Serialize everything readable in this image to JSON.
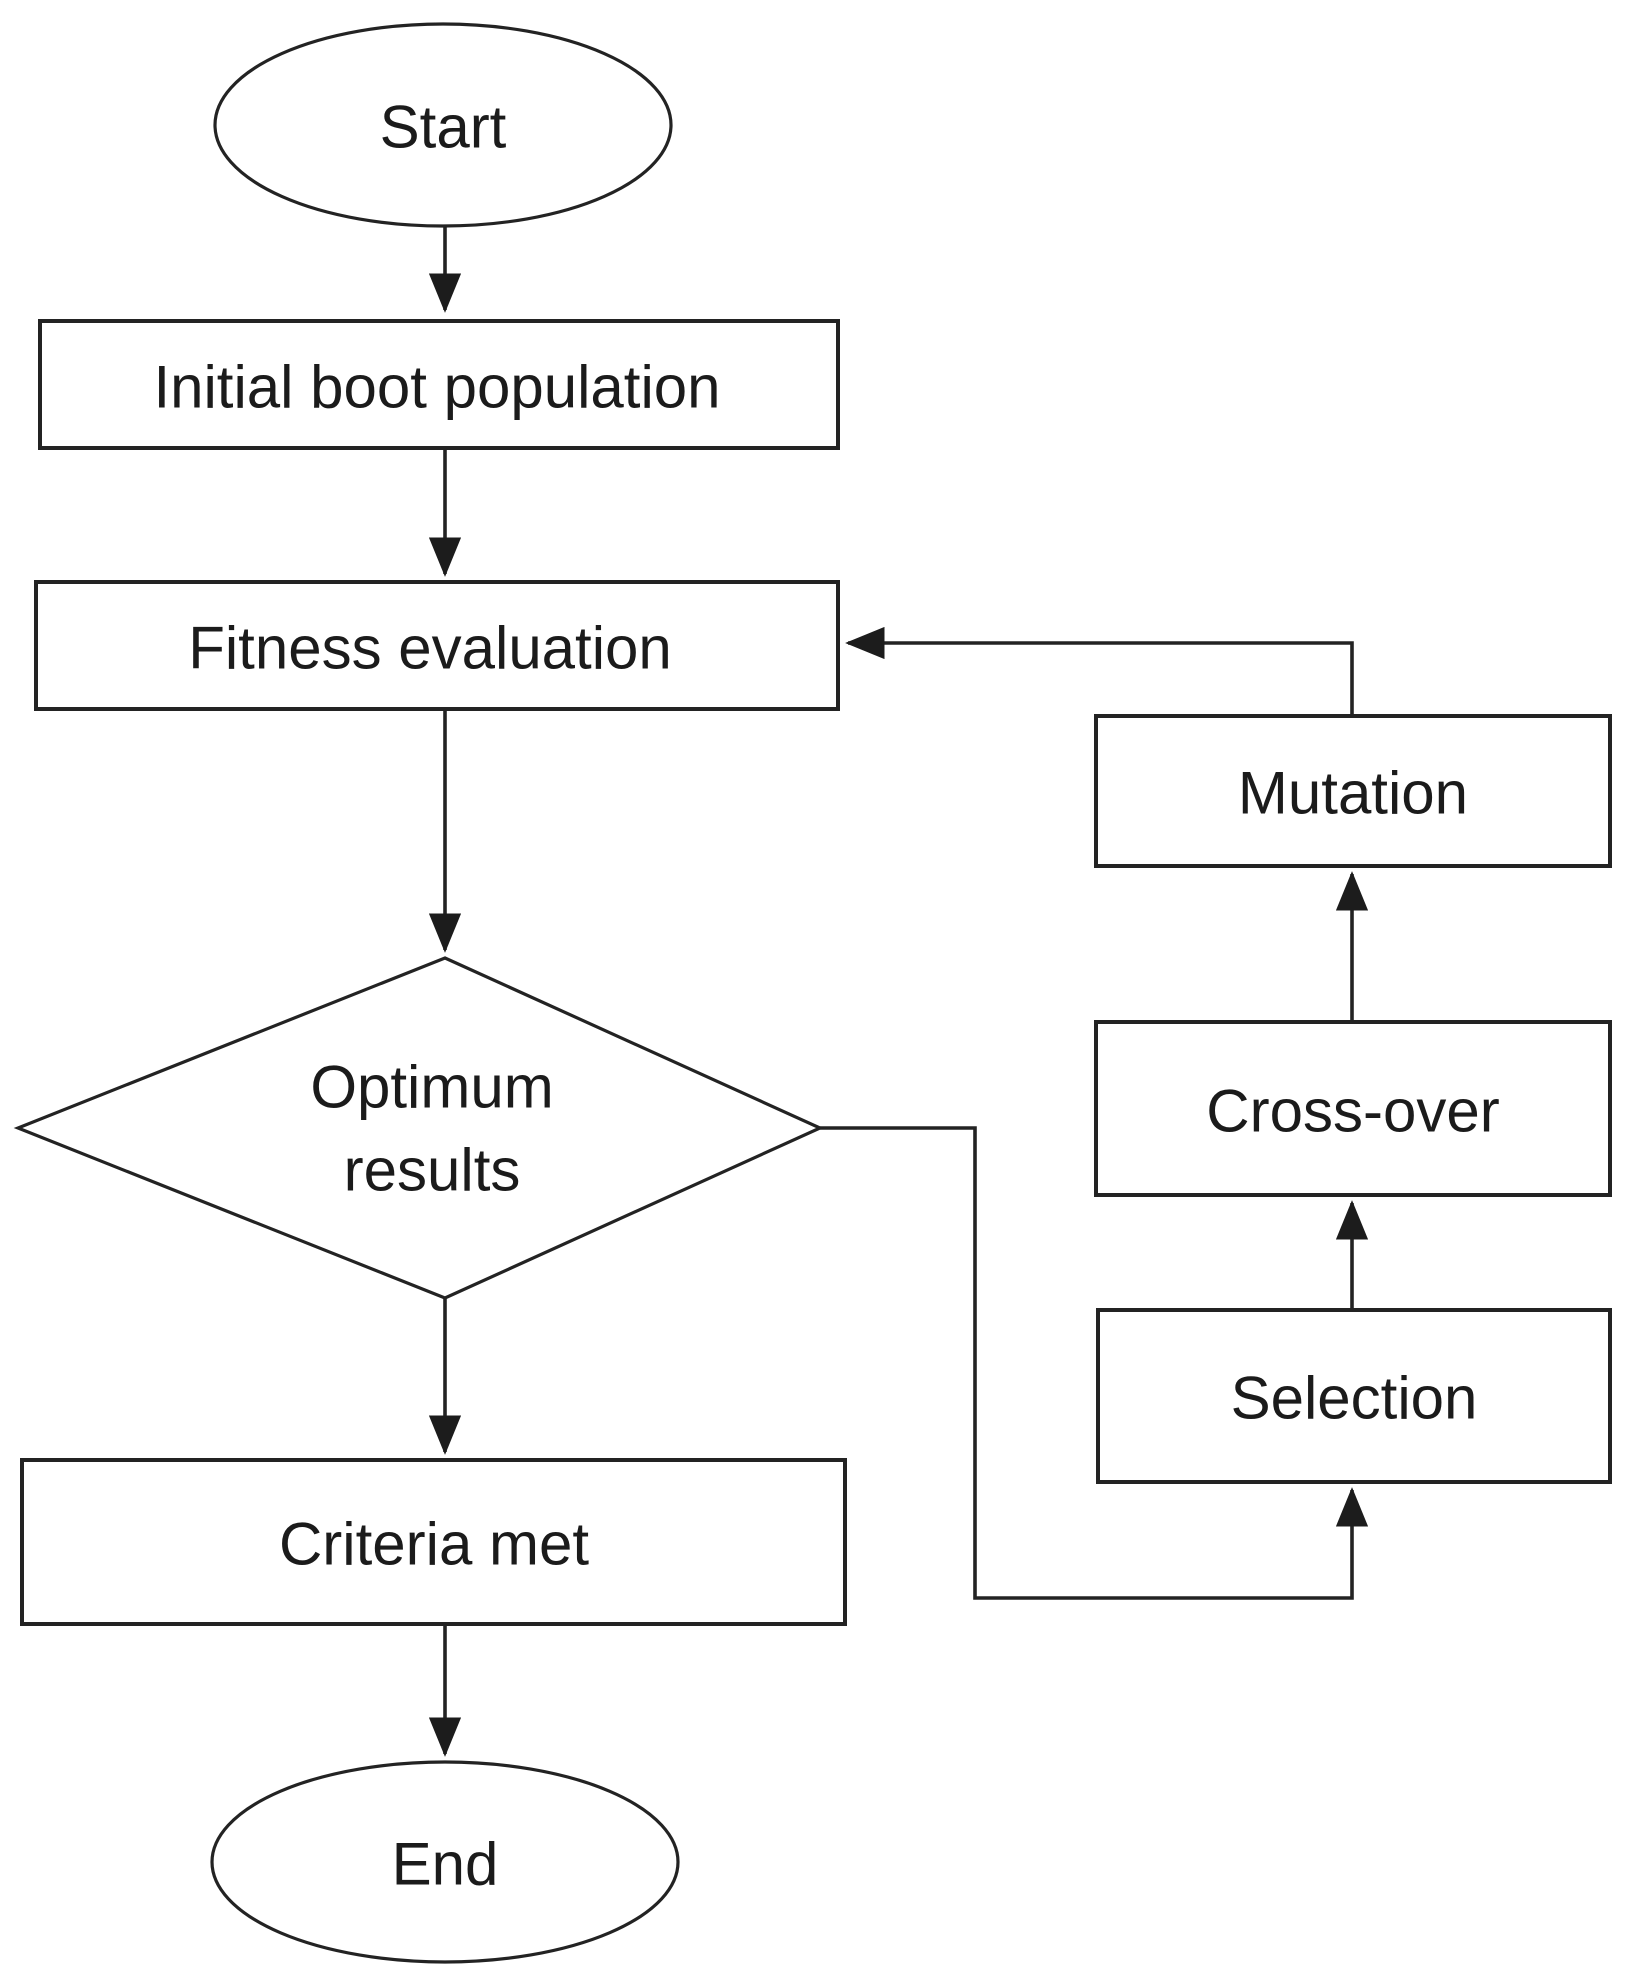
{
  "canvas": {
    "background": "#ffffff",
    "stroke_color": "#232323",
    "text_color": "#1b1b1b"
  },
  "nodes": {
    "start": {
      "label": "Start",
      "shape": "ellipse"
    },
    "initial_population": {
      "label": "Initial boot population",
      "shape": "rect"
    },
    "fitness_evaluation": {
      "label": "Fitness evaluation",
      "shape": "rect"
    },
    "optimum_results": {
      "label_line1": "Optimum",
      "label_line2": "results",
      "shape": "diamond"
    },
    "criteria_met": {
      "label": "Criteria met",
      "shape": "rect"
    },
    "end": {
      "label": "End",
      "shape": "ellipse"
    },
    "mutation": {
      "label": "Mutation",
      "shape": "rect"
    },
    "cross_over": {
      "label": "Cross-over",
      "shape": "rect"
    },
    "selection": {
      "label": "Selection",
      "shape": "rect"
    }
  },
  "edges": [
    {
      "from": "start",
      "to": "initial_population"
    },
    {
      "from": "initial_population",
      "to": "fitness_evaluation"
    },
    {
      "from": "fitness_evaluation",
      "to": "optimum_results"
    },
    {
      "from": "optimum_results",
      "to": "criteria_met"
    },
    {
      "from": "criteria_met",
      "to": "end"
    },
    {
      "from": "optimum_results",
      "to": "selection"
    },
    {
      "from": "selection",
      "to": "cross_over"
    },
    {
      "from": "cross_over",
      "to": "mutation"
    },
    {
      "from": "mutation",
      "to": "fitness_evaluation"
    }
  ]
}
